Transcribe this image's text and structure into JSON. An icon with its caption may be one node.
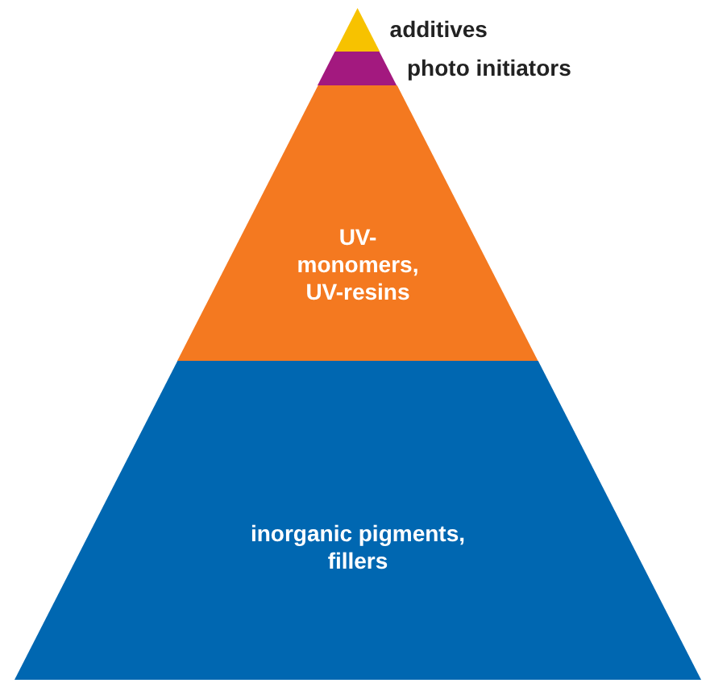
{
  "diagram": {
    "nodes": [
      {
        "text": [
          "additives"
        ]
      },
      {
        "text": [
          "photo initiators"
        ]
      },
      {
        "text": [
          "UV-monomers, UV-resins"
        ]
      },
      {
        "text": [
          "inorganic pigments, fillers"
        ]
      }
    ]
  }
}
